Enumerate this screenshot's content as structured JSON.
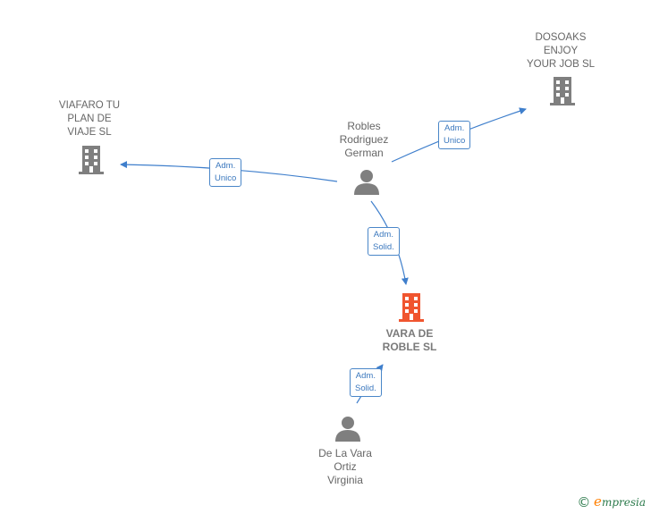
{
  "nodes": {
    "viafaro": {
      "label": "VIAFARO TU\nPLAN DE\nVIAJE  SL",
      "kind": "company",
      "color": "#7f7f7f"
    },
    "dosoaks": {
      "label": "DOSOAKS\nENJOY\nYOUR JOB  SL",
      "kind": "company",
      "color": "#7f7f7f"
    },
    "vara": {
      "label": "VARA DE\nROBLE  SL",
      "kind": "company",
      "color": "#f0552f"
    },
    "robles": {
      "label": "Robles\nRodriguez\nGerman",
      "kind": "person",
      "color": "#7f7f7f"
    },
    "delavara": {
      "label": "De La Vara\nOrtiz\nVirginia",
      "kind": "person",
      "color": "#7f7f7f"
    }
  },
  "edges": [
    {
      "id": "robles-viafaro",
      "label": "Adm.\nUnico"
    },
    {
      "id": "robles-dosoaks",
      "label": "Adm.\nUnico"
    },
    {
      "id": "robles-vara",
      "label": "Adm.\nSolid."
    },
    {
      "id": "delavara-vara",
      "label": "Adm.\nSolid."
    }
  ],
  "colors": {
    "edge": "#3f7fcc"
  },
  "footer": {
    "copyright": "©",
    "brand_first": "e",
    "brand_rest": "mpresia"
  }
}
